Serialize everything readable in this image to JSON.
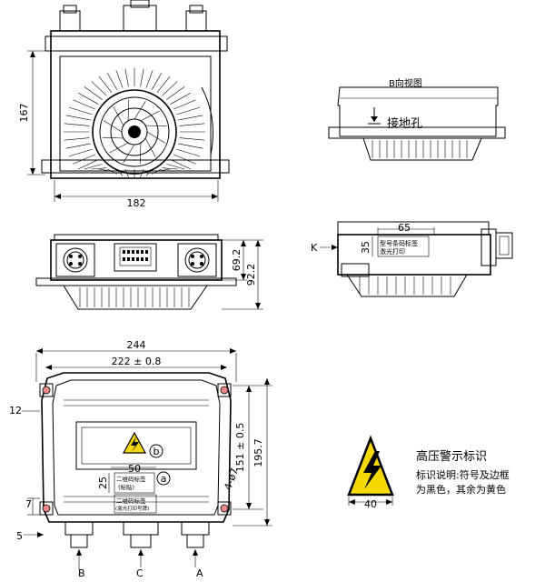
{
  "views": {
    "top": {
      "width_dim": "182",
      "height_dim": "167"
    },
    "b_view": {
      "title": "B向视图",
      "ground_label": "接地孔"
    },
    "front": {
      "dim_a": "69.2",
      "dim_b": "92.2"
    },
    "side": {
      "dim_65": "65",
      "dim_35": "35",
      "label_line1": "型号条码标签",
      "label_line2": "激光打印",
      "k_label": "K"
    },
    "bottom": {
      "width_dim": "244",
      "inner_width_dim": "222 ± 0.8",
      "left_dim": "12",
      "height_inner_dim": "151 ± 0.5",
      "height_dim": "195.7",
      "hole_dim": "4-ø7",
      "dim_50": "50",
      "dim_25": "25",
      "dim_7": "7",
      "dim_5": "5",
      "marker_b": "b",
      "marker_a": "a",
      "label_a_line1": "二维码标签",
      "label_a_line2": "(标贴)",
      "label_b_line1": "二维码标签",
      "label_b_line2": "(激光打印号牌)",
      "connector_b": "B",
      "connector_c": "C",
      "connector_a": "A"
    }
  },
  "warning": {
    "title": "高压警示标识",
    "desc_line1": "标识说明:符号及边框",
    "desc_line2": "为黑色，其余为黄色",
    "dim_40": "40"
  }
}
